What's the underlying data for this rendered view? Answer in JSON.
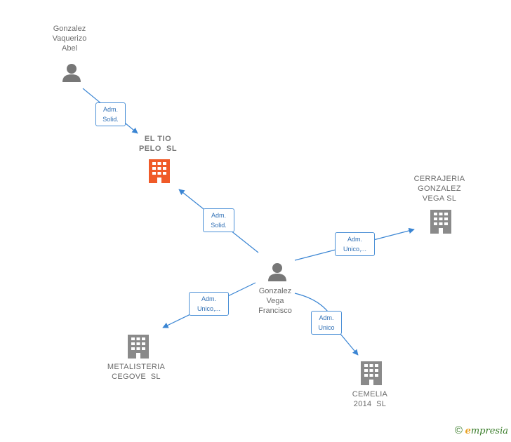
{
  "colors": {
    "edge": "#3a85d3",
    "edge_label_border": "#4a8fd6",
    "edge_label_text": "#2f6fb5",
    "person_icon": "#777777",
    "company_icon": "#8a8a8a",
    "focus_company_icon": "#f05a28"
  },
  "nodes": {
    "abel": {
      "label_lines": [
        "Gonzalez",
        "Vaquerizo",
        "Abel"
      ],
      "kind": "person"
    },
    "eltio": {
      "label_lines": [
        "EL TIO",
        "PELO  SL"
      ],
      "kind": "focus-company"
    },
    "francisco": {
      "label_lines": [
        "Gonzalez",
        "Vega",
        "Francisco"
      ],
      "kind": "person"
    },
    "cerrajeria": {
      "label_lines": [
        "CERRAJERIA",
        "GONZALEZ",
        "VEGA SL"
      ],
      "kind": "company"
    },
    "metalisteria": {
      "label_lines": [
        "METALISTERIA",
        "CEGOVE  SL"
      ],
      "kind": "company"
    },
    "cemelia": {
      "label_lines": [
        "CEMELIA",
        "2014  SL"
      ],
      "kind": "company"
    }
  },
  "edges": {
    "abel_eltio": {
      "label_lines": [
        "Adm.",
        "Solid."
      ]
    },
    "francisco_eltio": {
      "label_lines": [
        "Adm.",
        "Solid."
      ]
    },
    "francisco_cerrajeria": {
      "label_lines": [
        "Adm.",
        "Unico,..."
      ]
    },
    "francisco_metalisteria": {
      "label_lines": [
        "Adm.",
        "Unico,..."
      ]
    },
    "francisco_cemelia": {
      "label_lines": [
        "Adm.",
        "Unico"
      ]
    }
  },
  "footer": {
    "copyright": "©",
    "brand_initial": "e",
    "brand_rest": "mpresia"
  }
}
